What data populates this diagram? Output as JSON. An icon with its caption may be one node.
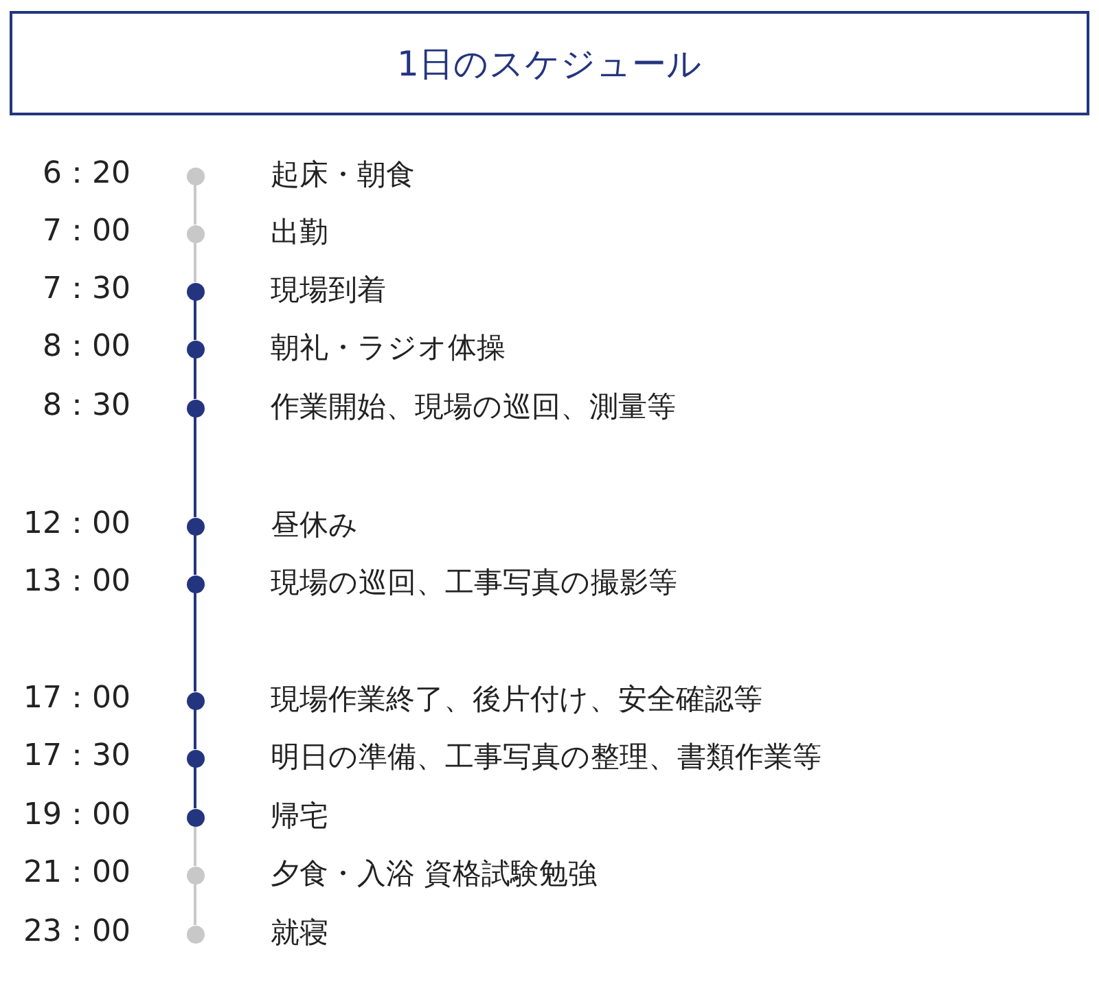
{
  "diagram": {
    "nodes": [
      {
        "text": [
          "1日のスケジュール"
        ]
      },
      {
        "text": [],
        "shape": "circle",
        "beside": [
          "6：20",
          "起床・朝食"
        ]
      },
      {
        "text": [],
        "shape": "circle",
        "beside": [
          "7：00",
          "出勤"
        ]
      },
      {
        "text": [],
        "shape": "circle",
        "beside": [
          "7：30",
          "現場到着"
        ]
      },
      {
        "text": [],
        "shape": "circle",
        "beside": [
          "8：00",
          "朝礼・ラジオ体操"
        ]
      },
      {
        "text": [],
        "shape": "circle",
        "beside": [
          "8：30",
          "作業開始、現場の巡回、測量等"
        ]
      },
      {
        "text": [],
        "shape": "circle",
        "beside": [
          "12：00",
          "昼休み"
        ]
      },
      {
        "text": [],
        "shape": "circle",
        "beside": [
          "13：00",
          "現場の巡回、工事写真の撮影等"
        ]
      },
      {
        "text": [],
        "shape": "circle",
        "beside": [
          "17：00",
          "現場作業終了、後片付け、安全確認等"
        ]
      },
      {
        "text": [],
        "shape": "circle",
        "beside": [
          "17：30",
          "明日の準備、工事写真の整理、書類作業等"
        ]
      },
      {
        "text": [],
        "shape": "circle",
        "beside": [
          "19：00",
          "帰宅"
        ]
      },
      {
        "text": [],
        "shape": "circle",
        "beside": [
          "21：00",
          "夕食・入浴 資格試験勉強"
        ]
      },
      {
        "text": [],
        "shape": "circle",
        "beside": [
          "23：00",
          "就寝"
        ]
      }
    ],
    "edges": [
      {
        "from": 1,
        "to": 2,
        "arrow": "none",
        "color": "#c8c8c8"
      },
      {
        "from": 2,
        "to": 3,
        "arrow": "none",
        "color": "#c8c8c8"
      },
      {
        "from": 3,
        "to": 4,
        "arrow": "none"
      },
      {
        "from": 4,
        "to": 5,
        "arrow": "none"
      },
      {
        "from": 5,
        "to": 6,
        "arrow": "none"
      },
      {
        "from": 6,
        "to": 7,
        "arrow": "none"
      },
      {
        "from": 7,
        "to": 8,
        "arrow": "none"
      },
      {
        "from": 8,
        "to": 9,
        "arrow": "none"
      },
      {
        "from": 9,
        "to": 10,
        "arrow": "none"
      },
      {
        "from": 10,
        "to": 11,
        "arrow": "none",
        "color": "#c8c8c8"
      },
      {
        "from": 11,
        "to": 12,
        "arrow": "none",
        "color": "#c8c8c8"
      }
    ]
  }
}
